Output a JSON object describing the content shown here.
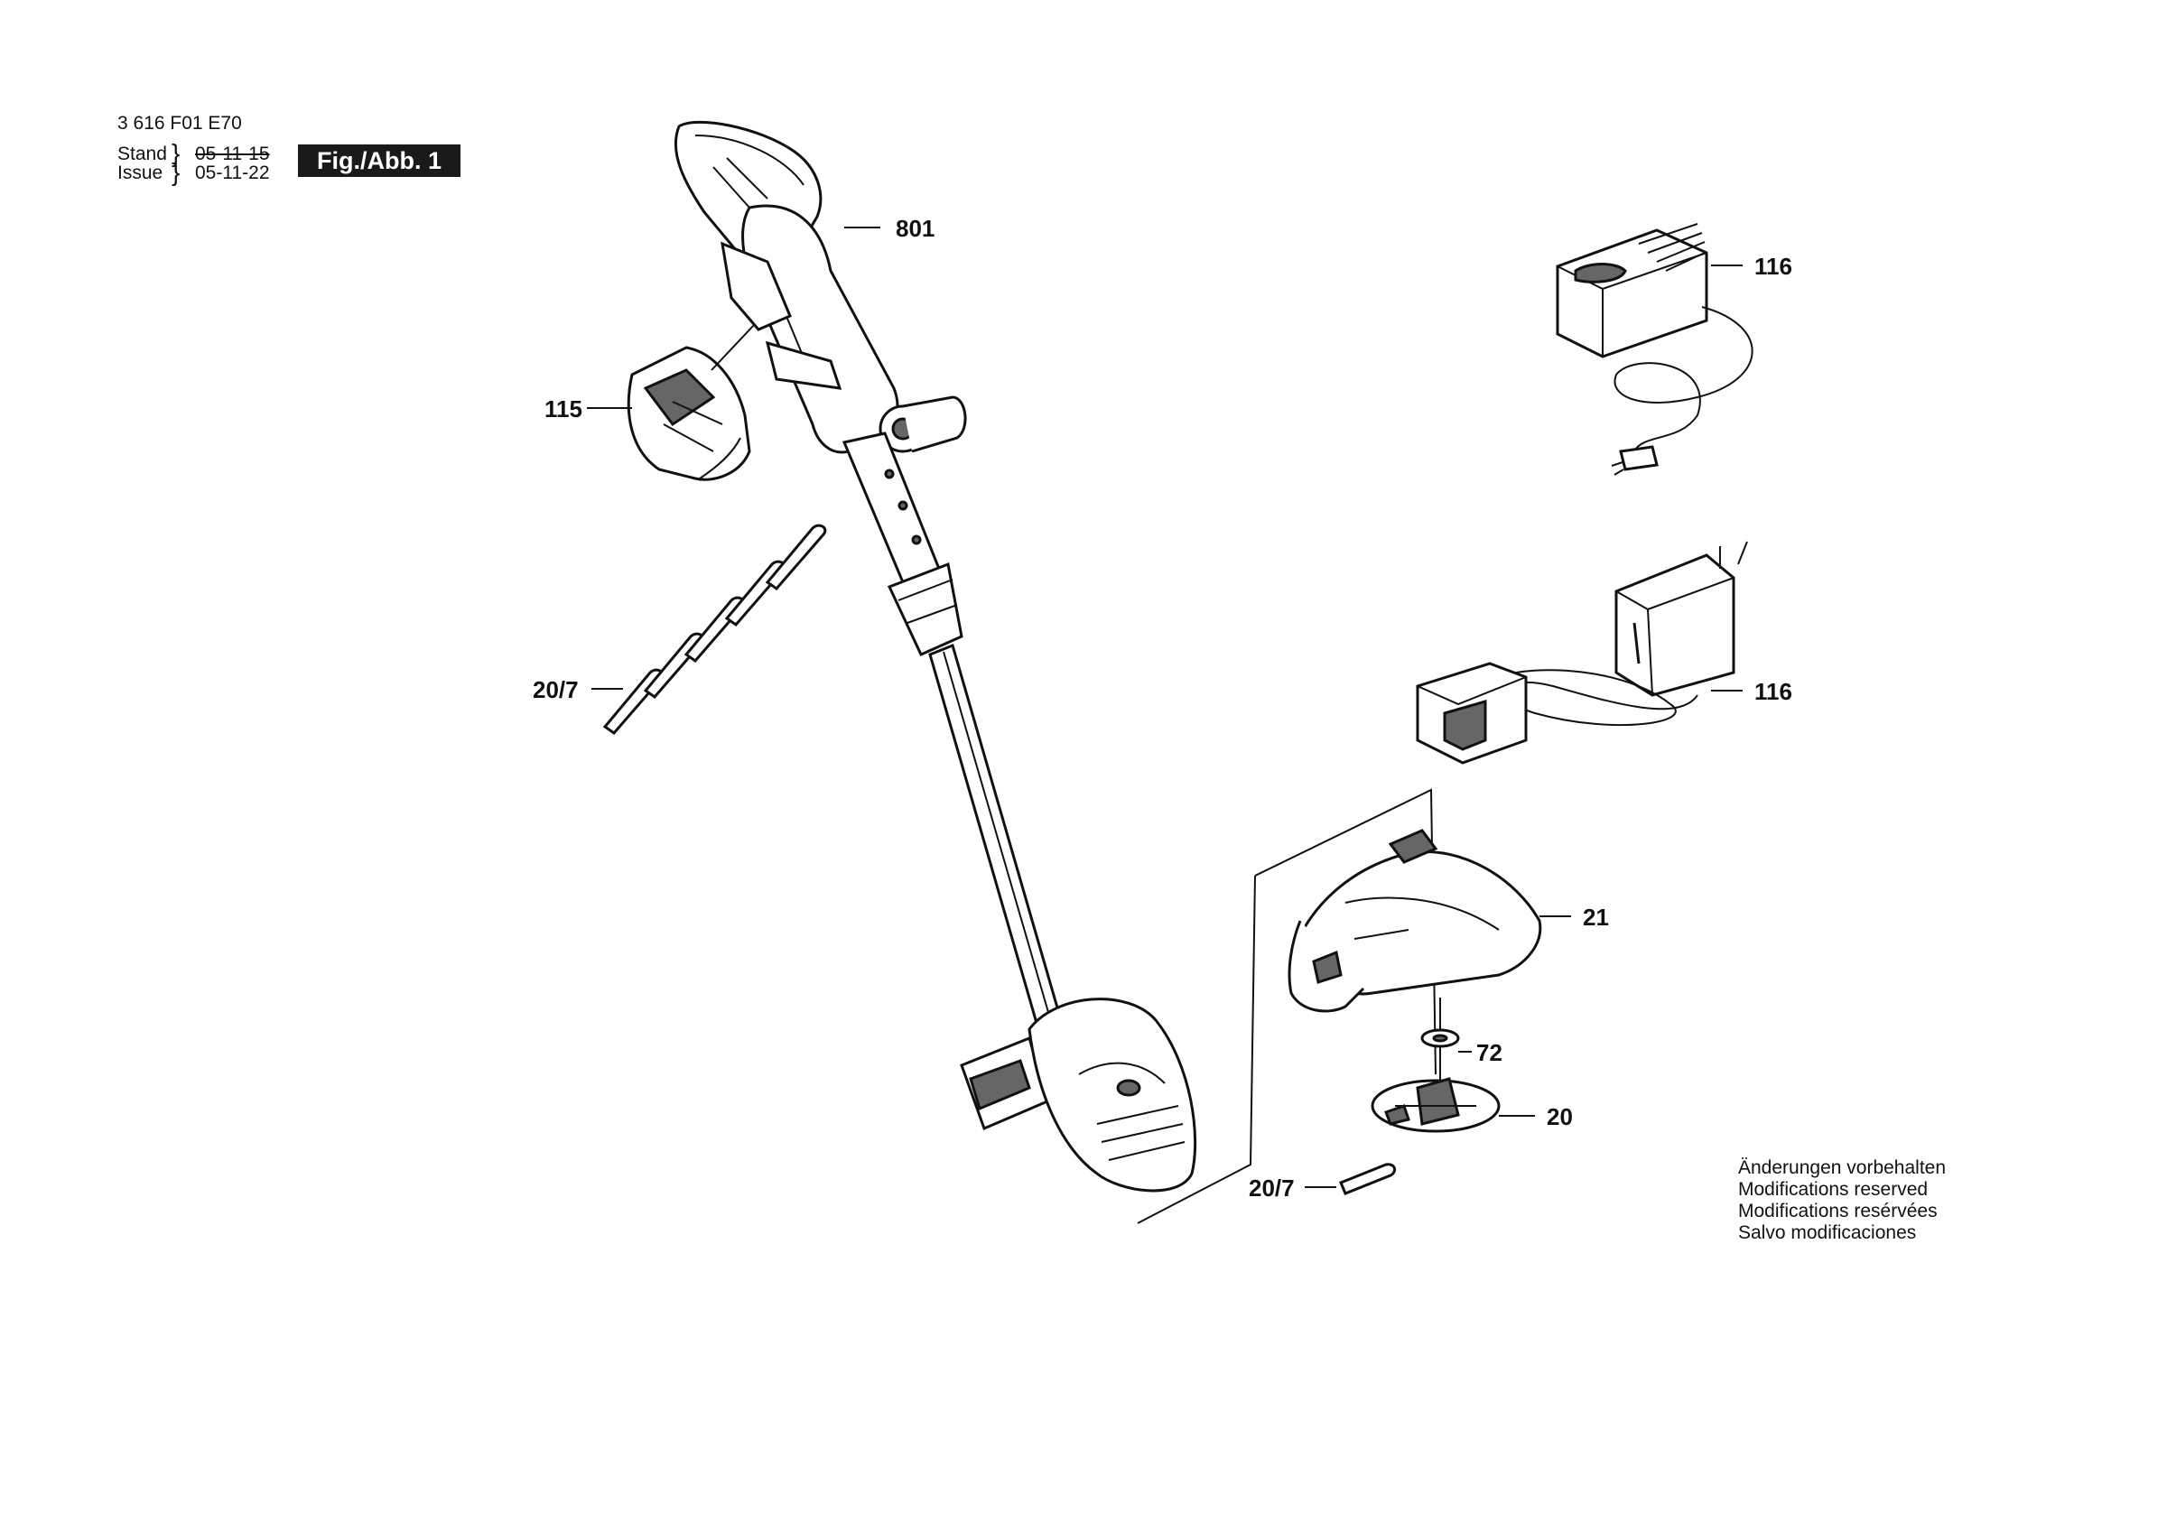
{
  "header": {
    "part_number": "3 616 F01 E70",
    "stand_label": "Stand",
    "issue_label": "Issue",
    "stand_date": "05-11-15",
    "issue_date": "05-11-22",
    "figure_label": "Fig./Abb. 1"
  },
  "callouts": {
    "c801": "801",
    "c115": "115",
    "c20_7_a": "20/7",
    "c116_a": "116",
    "c116_b": "116",
    "c21": "21",
    "c72": "72",
    "c20": "20",
    "c20_7_b": "20/7"
  },
  "notice": {
    "line1": "Änderungen vorbehalten",
    "line2": "Modifications reserved",
    "line3": "Modifications resérvées",
    "line4": "Salvo modificaciones"
  }
}
